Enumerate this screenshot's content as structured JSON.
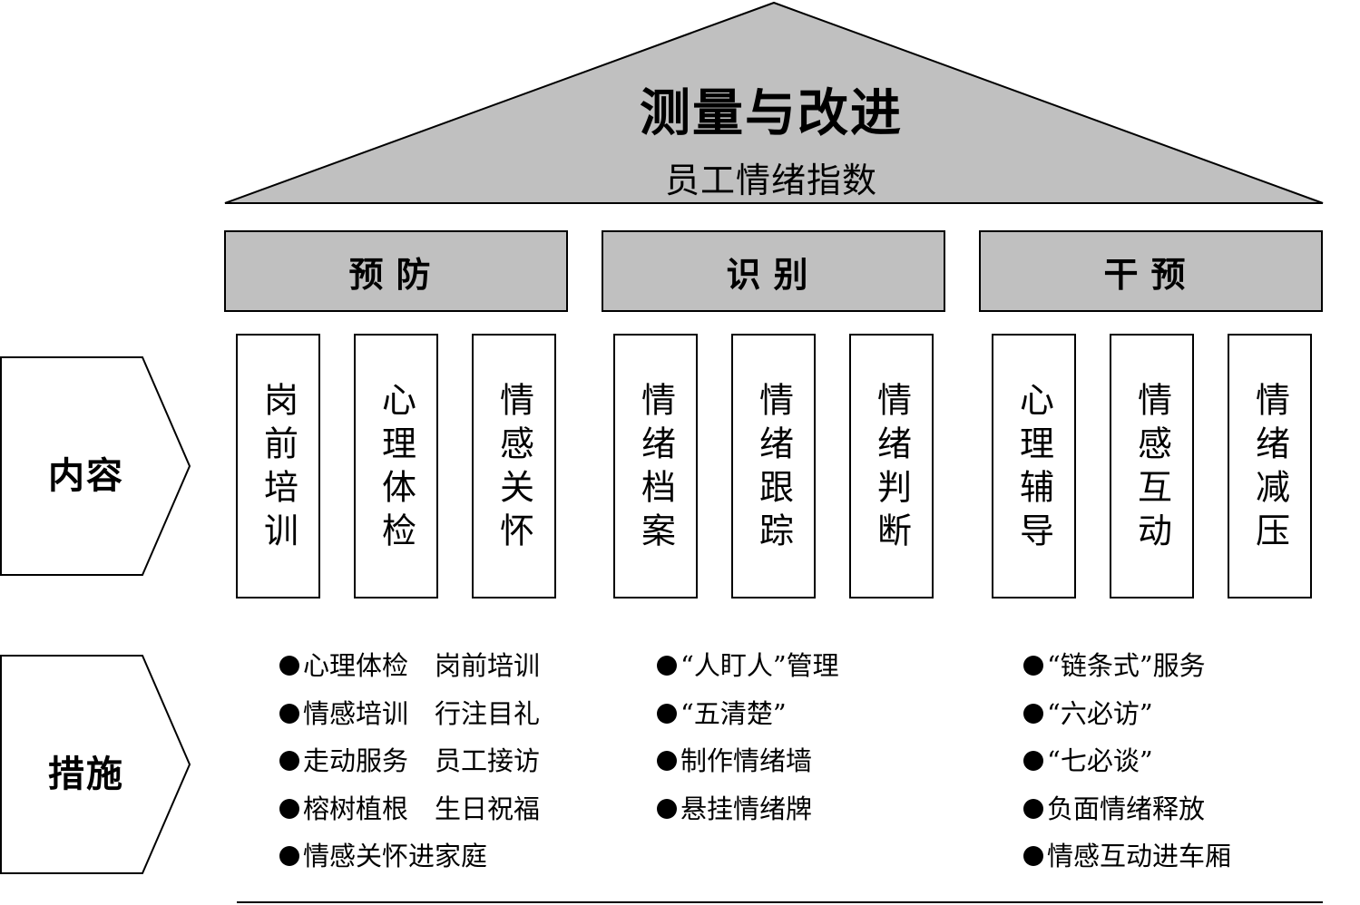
{
  "roof": {
    "title": "测量与改进",
    "subtitle": "员工情绪指数"
  },
  "categories": [
    {
      "name": "预防",
      "pillars": [
        "岗前培训",
        "心理体检",
        "情感关怀"
      ],
      "measures": [
        "心理体检　岗前培训",
        "情感培训　行注目礼",
        "走动服务　员工接访",
        "榕树植根　生日祝福",
        "情感关怀进家庭"
      ]
    },
    {
      "name": "识别",
      "pillars": [
        "情绪档案",
        "情绪跟踪",
        "情绪判断"
      ],
      "measures": [
        "“人盯人”管理",
        "“五清楚”",
        "制作情绪墙",
        "悬挂情绪牌"
      ]
    },
    {
      "name": "干预",
      "pillars": [
        "心理辅导",
        "情感互动",
        "情绪减压"
      ],
      "measures": [
        "“链条式”服务",
        "“六必访”",
        "“七必谈”",
        "负面情绪释放",
        "情感互动进车厢"
      ]
    }
  ],
  "side_labels": {
    "content": "内容",
    "measures": "措施"
  },
  "colors": {
    "fill": "#c0c0c0",
    "stroke": "#000000",
    "background": "#ffffff"
  }
}
